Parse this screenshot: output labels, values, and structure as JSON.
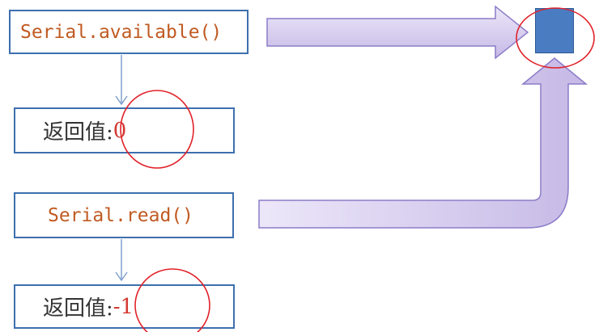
{
  "available_box": {
    "code": "Serial.",
    "method": "available()"
  },
  "return_box_1": {
    "label": "返回值: ",
    "value": "0"
  },
  "read_box": {
    "code": "Serial.",
    "method": "read()"
  },
  "return_box_2": {
    "label": "返回值: ",
    "value": "-1"
  },
  "colors": {
    "box_border": "#3d6fae",
    "code_text": "#c05a22",
    "return_value": "#d23a32",
    "arrow_fill": "#cdc2ea",
    "arrow_stroke": "#8b7cc8",
    "buffer_block": "#4a7cc2",
    "highlight_circle": "#e1222a"
  }
}
